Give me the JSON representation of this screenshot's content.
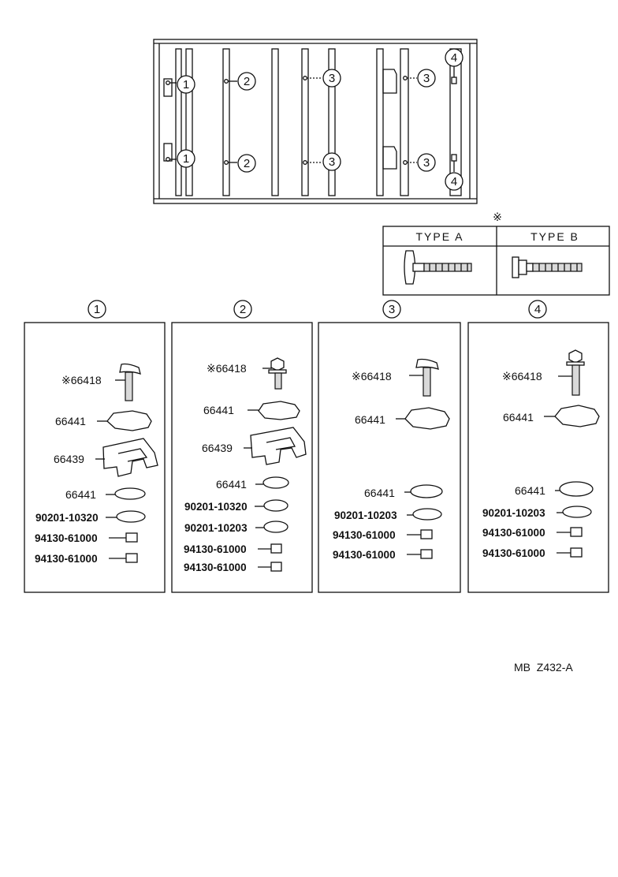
{
  "overview": {
    "callouts_col1": [
      "1",
      "1"
    ],
    "callouts_col2": [
      "2",
      "2"
    ],
    "callouts_col3": [
      "3",
      "3"
    ],
    "callouts_col4": [
      "3",
      "3"
    ],
    "callouts_col5": [
      "4",
      "4"
    ]
  },
  "types": {
    "mark": "※",
    "type_a": "TYPE A",
    "type_b": "TYPE B"
  },
  "groups": [
    {
      "number": "1",
      "parts": [
        "※66418",
        "66441",
        "66439",
        "66441",
        "90201-10320",
        "94130-61000",
        "94130-61000"
      ]
    },
    {
      "number": "2",
      "parts": [
        "※66418",
        "66441",
        "66439",
        "66441",
        "90201-10320",
        "90201-10203",
        "94130-61000",
        "94130-61000"
      ]
    },
    {
      "number": "3",
      "parts": [
        "※66418",
        "66441",
        "66441",
        "90201-10203",
        "94130-61000",
        "94130-61000"
      ]
    },
    {
      "number": "4",
      "parts": [
        "※66418",
        "66441",
        "66441",
        "90201-10203",
        "94130-61000",
        "94130-61000"
      ]
    }
  ],
  "footer": {
    "code": "MB  Z432-A"
  },
  "colors": {
    "line": "#111111",
    "shade": "#d9d9d9",
    "background": "#ffffff"
  }
}
